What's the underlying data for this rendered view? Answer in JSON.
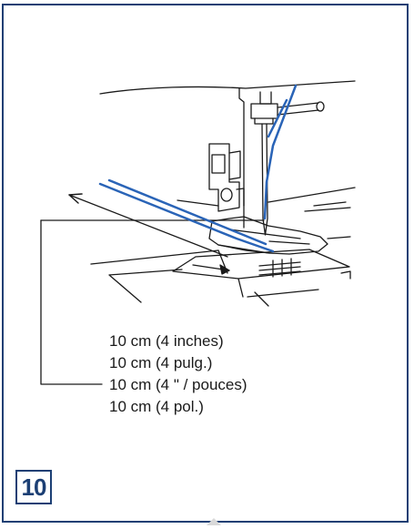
{
  "thread_length_labels": [
    "10 cm (4 inches)",
    "10 cm (4 pulg.)",
    "10 cm (4 \" / pouces)",
    "10 cm (4 pol.)"
  ],
  "step_number": "10",
  "colors": {
    "frame": "#1c3f74",
    "thread": "#2a64b7",
    "line_art": "#1a1a1a"
  }
}
